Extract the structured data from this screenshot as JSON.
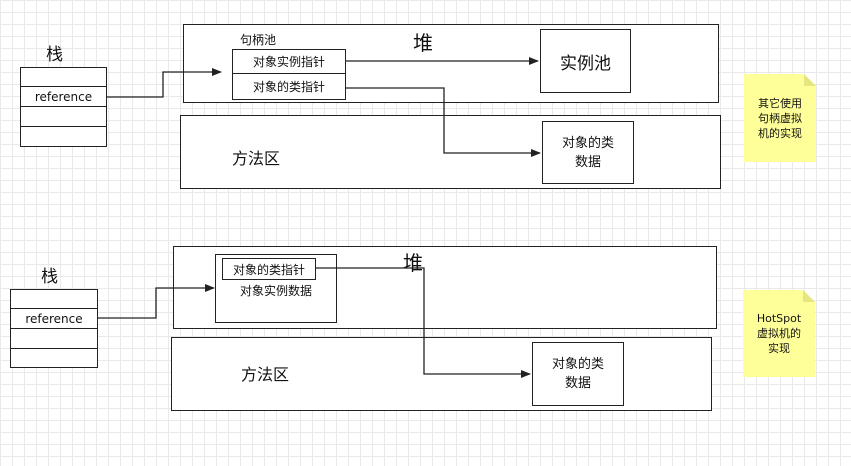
{
  "diagram1": {
    "stack_label": "栈",
    "reference": "reference",
    "heap_label": "堆",
    "handle_pool_label": "句柄池",
    "instance_ptr": "对象实例指针",
    "type_ptr": "对象的类指针",
    "instance_pool": "实例池",
    "method_area": "方法区",
    "class_data": "对象的类\n数据",
    "note": "其它使用\n句柄虚拟\n机的实现"
  },
  "diagram2": {
    "stack_label": "栈",
    "reference": "reference",
    "heap_label": "堆",
    "type_ptr": "对象的类指针",
    "instance_data": "对象实例数据",
    "method_area": "方法区",
    "class_data": "对象的类\n数据",
    "note": "HotSpot\n虚拟机的\n实现"
  },
  "colors": {
    "note_bg": "#ffff99",
    "line": "#222222"
  }
}
